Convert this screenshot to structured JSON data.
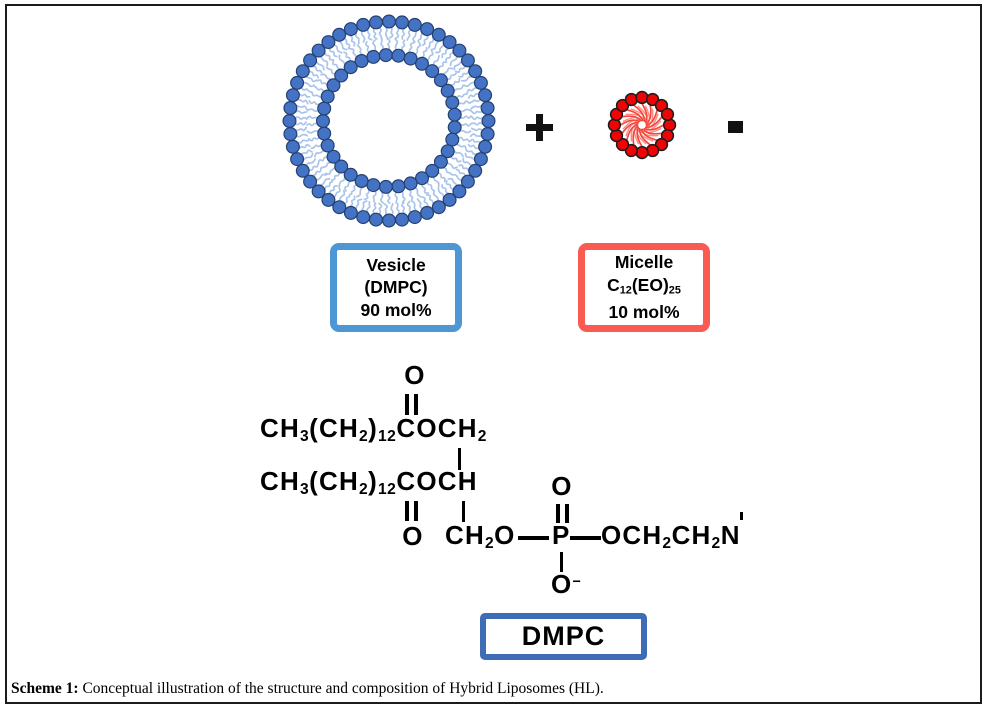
{
  "figure": {
    "border_color": "#1b1b1b",
    "caption": {
      "label": "Scheme 1:",
      "text": " Conceptual illustration of the structure and composition of Hybrid Liposomes (HL)."
    }
  },
  "diagram": {
    "plus_symbol": "+",
    "minus_symbol": "-",
    "symbol_color": "#111111",
    "vesicle": {
      "label_lines": [
        "Vesicle",
        "(DMPC)",
        "90 mol%"
      ],
      "box_border_color": "#4D97D4",
      "head_color": "#4472C4",
      "head_stroke": "#24406F",
      "tail_color": "#A9C4EA",
      "outer_bead_count": 48,
      "inner_bead_count": 33
    },
    "micelle": {
      "label_line1": "Micelle",
      "label_formula": [
        {
          "t": "C"
        },
        {
          "t": "12",
          "sub": true
        },
        {
          "t": "(EO)"
        },
        {
          "t": "25",
          "sub": true
        }
      ],
      "label_line3": "10 mol%",
      "box_border_color": "#F95B52",
      "head_color": "#EE0404",
      "head_stroke": "#1c1c1c",
      "tail_color": "#F5473D",
      "tail_color_light": "#FB8A80",
      "bead_count": 16
    }
  },
  "structure": {
    "name_box": {
      "label": "DMPC",
      "border_color": "#3E6DB5"
    },
    "top_o": "O",
    "row1": [
      {
        "t": "CH"
      },
      {
        "t": "3",
        "sub": true
      },
      {
        "t": "(CH"
      },
      {
        "t": "2",
        "sub": true
      },
      {
        "t": ")"
      },
      {
        "t": "12",
        "sub": true
      },
      {
        "t": "COCH"
      },
      {
        "t": "2",
        "sub": true
      }
    ],
    "row2": [
      {
        "t": "CH"
      },
      {
        "t": "3",
        "sub": true
      },
      {
        "t": "(CH"
      },
      {
        "t": "2",
        "sub": true
      },
      {
        "t": ")"
      },
      {
        "t": "12",
        "sub": true
      },
      {
        "t": "COCH"
      }
    ],
    "carbonyl_o": "O",
    "phosphate_o_top": "O",
    "p": "P",
    "chain_left": [
      {
        "t": "CH"
      },
      {
        "t": "2",
        "sub": true
      },
      {
        "t": "O"
      }
    ],
    "chain_right": [
      {
        "t": "OCH"
      },
      {
        "t": "2",
        "sub": true
      },
      {
        "t": "CH"
      },
      {
        "t": "2",
        "sub": true
      },
      {
        "t": "N"
      }
    ],
    "o_minus": [
      {
        "t": "O"
      },
      {
        "t": "−",
        "sup": true
      }
    ]
  }
}
